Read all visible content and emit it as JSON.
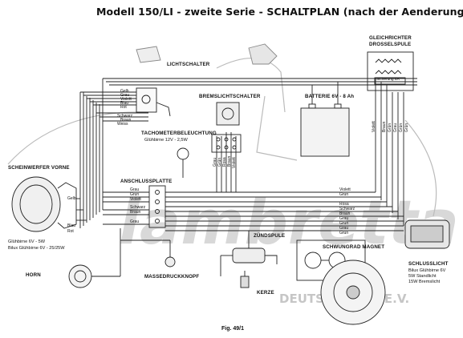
{
  "title": "Modell 150/LI - zweite Serie - SCHALTPLAN (nach der Aenderung)",
  "figure": "Fig. 49/1",
  "watermark": {
    "brand": "lambretta",
    "club": "DEUTSCHLAND E.V."
  },
  "components": {
    "lichtschalter": "LICHTSCHALTER",
    "bremslichtschalter": "BREMSLICHTSCHALTER",
    "batterie": "BATTERIE 6V - 8 Ah",
    "gleichrichter_line1": "GLEICHRICHTER",
    "gleichrichter_line2": "DROSSELSPULE",
    "sicherung": "Sicherung 8A",
    "tacho_title": "TACHOMETERBELEUCHTUNG",
    "tacho_sub": "Glühbirne 12V - 2,5W",
    "scheinwerfer": "SCHEINWERFER VORNE",
    "scheinwerfer_bulb1": "Glühbirne 6V - 5W",
    "scheinwerfer_bulb2": "Bilux Glühbirne 6V - 25/25W",
    "anschlussplatte": "ANSCHLUSSPLATTE",
    "zuendspule": "ZÜNDSPULE",
    "schwungrad": "SCHWUNGRAD MAGNET",
    "schlusslicht": "SCHLUSSLICHT",
    "schlusslicht_sub1": "Bilux Glühbirne 6V",
    "schlusslicht_sub2": "5W  Standlicht",
    "schlusslicht_sub3": "15W Bremslicht",
    "horn": "HORN",
    "massedruckknopf": "MASSEDRUCKKNOPF",
    "kerze": "KERZE"
  },
  "wires": {
    "lichtschalter": [
      "Gelb",
      "Grau",
      "Violett",
      "Blau",
      "Rot",
      "Schwarz",
      "Braun",
      "Weiss"
    ],
    "scheinwerfer": [
      "Gelb",
      "Blau",
      "Rot"
    ],
    "anschluss": [
      "Grau",
      "Grün",
      "Violett",
      "Schwarz",
      "Braun",
      "Grau"
    ],
    "right": [
      "Violett",
      "Grün",
      "Rosa",
      "Schwarz",
      "Braun",
      "Grau",
      "Grün",
      "Grau",
      "Grün"
    ],
    "bremslicht": [
      "Grau",
      "Grün",
      "Rosa",
      "Braun",
      "Violett"
    ],
    "gleichrichter": [
      "Violett",
      "Braun",
      "Grün",
      "Grau",
      "Grün",
      "Grün"
    ]
  }
}
